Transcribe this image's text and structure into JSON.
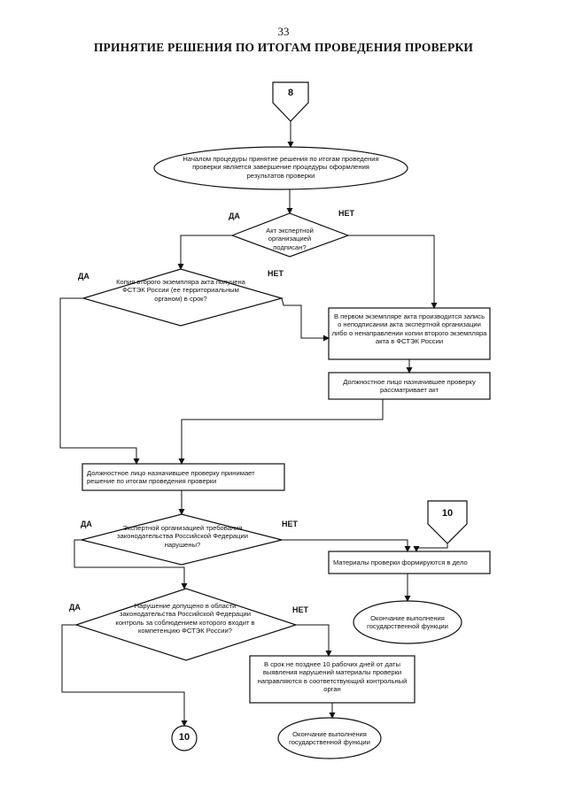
{
  "page_number": "33",
  "title": "ПРИНЯТИЕ РЕШЕНИЯ ПО ИТОГАМ ПРОВЕДЕНИЯ ПРОВЕРКИ",
  "connectors": {
    "entry_8": "8",
    "entry_10": "10",
    "exit_10": "10"
  },
  "nodes": {
    "start": "Началом процедуры принятие решения по итогам проведения проверки является завершение процедуры оформления результатов проверки",
    "decision_act_signed": "Акт экспертной организацией подписан?",
    "decision_copy_received": "Копия второго экземпляра акта получена ФСТЭК России (ее территориальным органом) в срок?",
    "box_record_note": "В первом экземпляре акта производится запись о неподписании акта экспертной организации либо о ненаправлении копии второго экземпляра акта в ФСТЭК России",
    "box_official_reviews": "Должностное лицо назначившее проверку рассматривает акт",
    "box_official_decides": "Должностное лицо назначившее проверку принимает решение по итогам проведения проверки",
    "decision_requirements_violated": "Экспертной организацией требования законодательства Российской Федерации нарушены?",
    "box_materials_filed": "Материалы проверки формируются в дело",
    "end_1": "Окончание выполнения государственной функции",
    "decision_violation_scope": "Нарушение допущено в области законодательства Российской Федерации контроль за соблюдением которого входит в компетенцию ФСТЭК России?",
    "box_materials_sent": "В срок не позднее 10 рабочих дней от даты выявления нарушений материалы проверки направляются в соответствующий контрольный орган",
    "end_2": "Окончание выполнения государственной функции"
  },
  "labels": {
    "yes": "ДА",
    "no": "НЕТ"
  }
}
